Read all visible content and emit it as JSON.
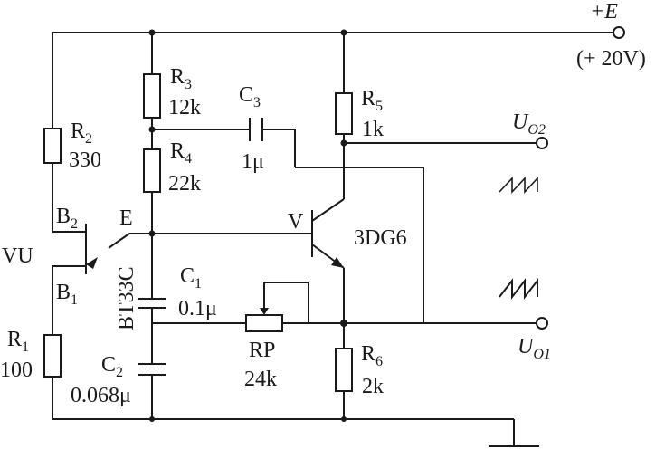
{
  "supply": {
    "label": "+E",
    "value": "(+ 20V)"
  },
  "ujt": {
    "name": "VU",
    "part": "BT33C",
    "b2": "B",
    "b2_sub": "2",
    "b1": "B",
    "b1_sub": "1",
    "emitter": "E"
  },
  "transistor": {
    "name": "V",
    "part": "3DG6"
  },
  "r1": {
    "ref": "R",
    "sub": "1",
    "value": "100"
  },
  "r2": {
    "ref": "R",
    "sub": "2",
    "value": "330"
  },
  "r3": {
    "ref": "R",
    "sub": "3",
    "value": "12k"
  },
  "r4": {
    "ref": "R",
    "sub": "4",
    "value": "22k"
  },
  "r5": {
    "ref": "R",
    "sub": "5",
    "value": "1k"
  },
  "r6": {
    "ref": "R",
    "sub": "6",
    "value": "2k"
  },
  "rp": {
    "ref": "RP",
    "value": "24k"
  },
  "c1": {
    "ref": "C",
    "sub": "1",
    "value": "0.1μ"
  },
  "c2": {
    "ref": "C",
    "sub": "2",
    "value": "0.068μ"
  },
  "c3": {
    "ref": "C",
    "sub": "3",
    "value": "1μ"
  },
  "out1": {
    "ref": "U",
    "sub": "O1"
  },
  "out2": {
    "ref": "U",
    "sub": "O2"
  }
}
